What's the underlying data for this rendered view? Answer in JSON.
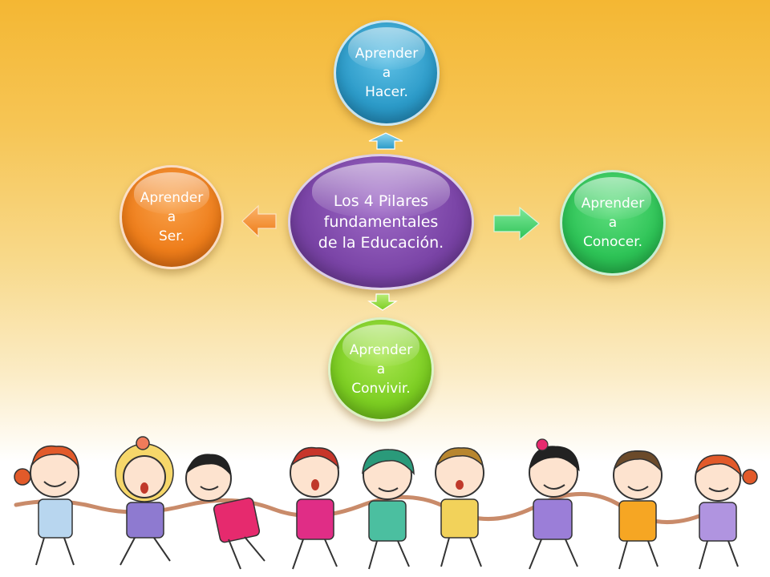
{
  "diagram": {
    "center": {
      "line1": "Los 4 Pilares",
      "line2": "fundamentales",
      "line3": "de la Educación."
    },
    "nodes": {
      "hacer": {
        "line1": "Aprender",
        "line2": "a",
        "line3": "Hacer."
      },
      "ser": {
        "line1": "Aprender",
        "line2": "a",
        "line3": "Ser."
      },
      "conocer": {
        "line1": "Aprender",
        "line2": "a",
        "line3": "Conocer."
      },
      "convivir": {
        "line1": "Aprender",
        "line2": "a",
        "line3": "Convivir."
      }
    },
    "colors": {
      "center": "#7a44a6",
      "hacer": "#2b9ac8",
      "ser": "#ee7d1a",
      "conocer": "#2dc356",
      "convivir": "#7cce22"
    }
  },
  "illustration": {
    "subject": "children-holding-hands-illustration"
  }
}
